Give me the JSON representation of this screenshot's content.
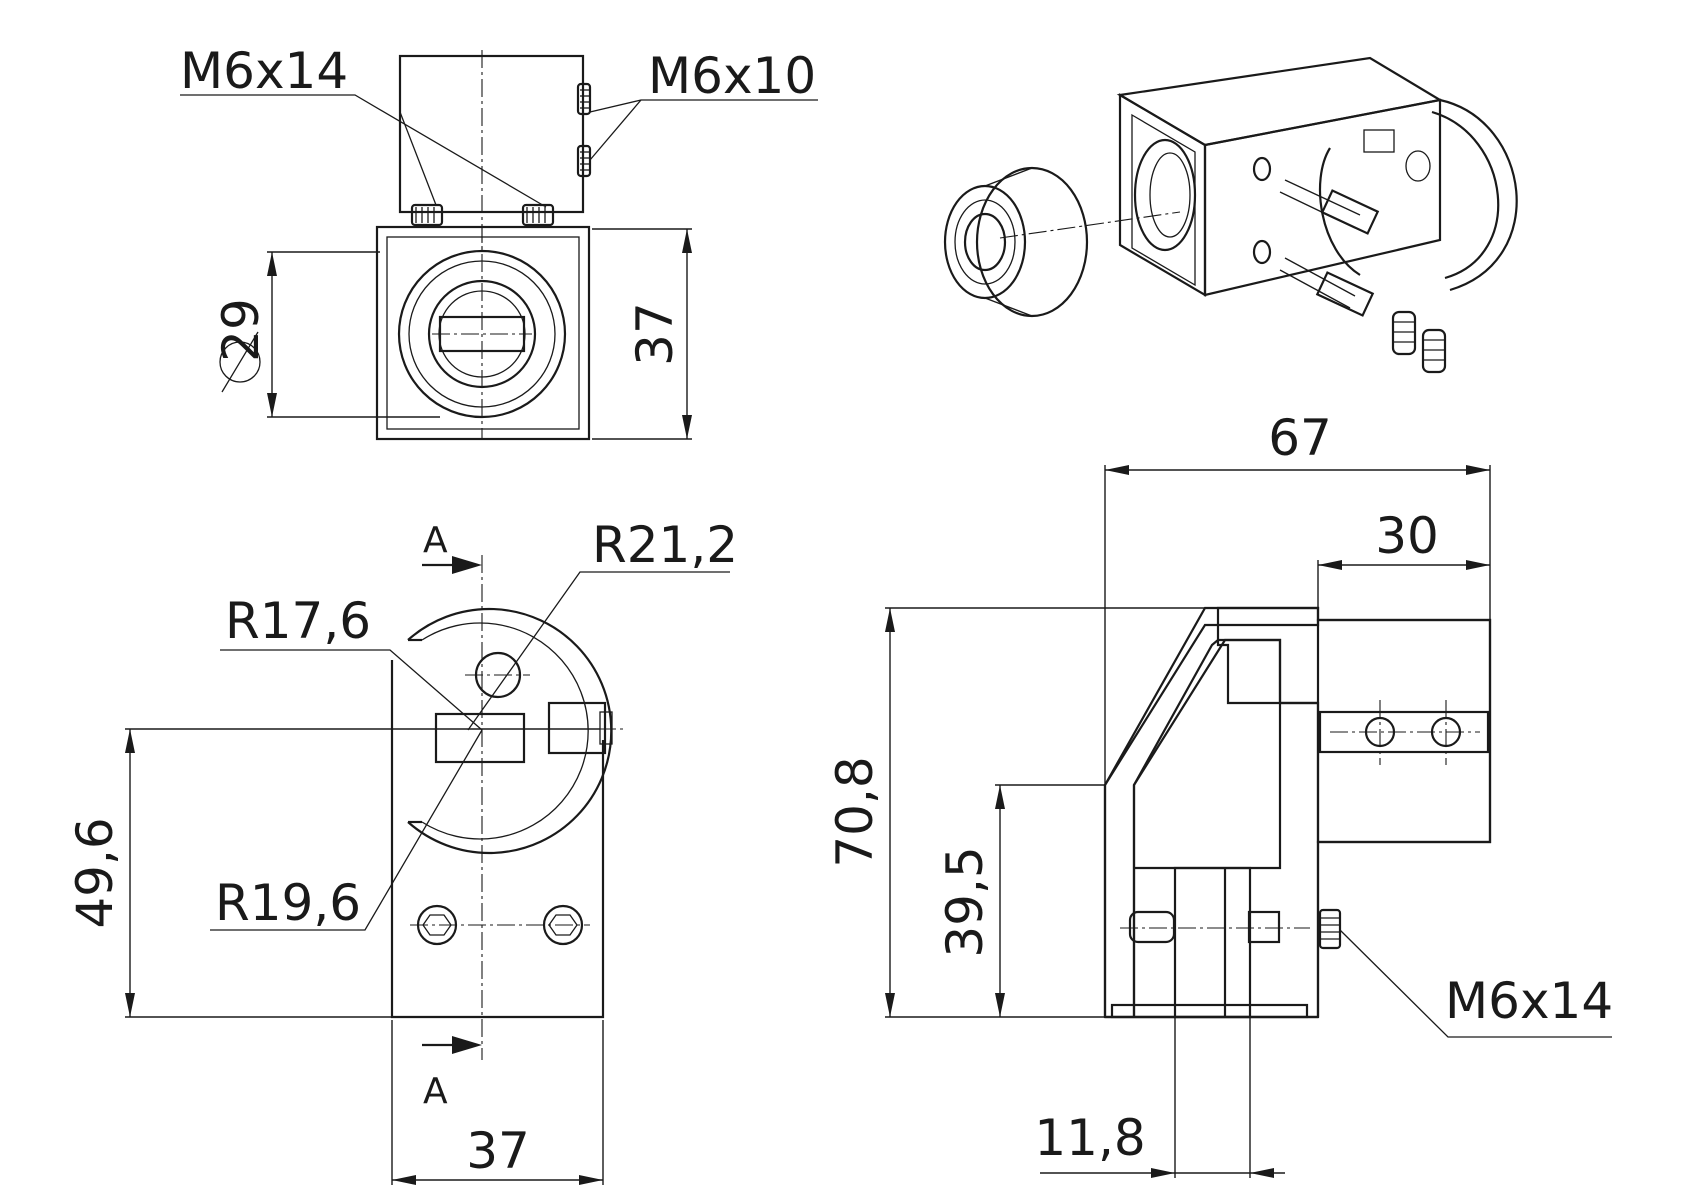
{
  "top_view": {
    "label_screw_a": "M6x14",
    "label_screw_b": "M6x10",
    "dim_diameter": "29",
    "dim_height": "37"
  },
  "side_view": {
    "section_mark_top": "A",
    "section_mark_bottom": "A",
    "radius_a": "R21,2",
    "radius_b": "R17,6",
    "radius_c": "R19,6",
    "dim_height": "49,6",
    "dim_width": "37"
  },
  "section_view": {
    "dim_total_width": "67",
    "dim_tube_length": "30",
    "dim_total_height": "70,8",
    "dim_mid_height": "39,5",
    "dim_bore": "11,8",
    "label_screw": "M6x14"
  }
}
